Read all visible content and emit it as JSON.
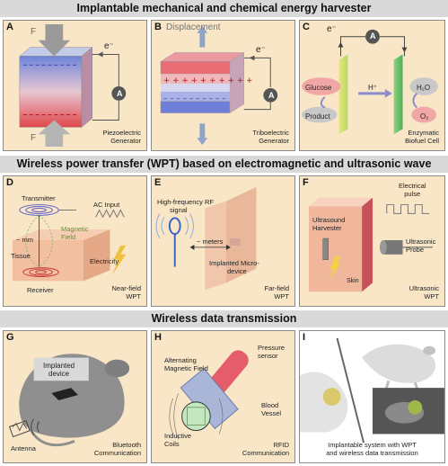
{
  "sections": [
    {
      "title": "Implantable mechanical and chemical energy harvester"
    },
    {
      "title": "Wireless power transfer (WPT) based on electromagnetic and ultrasonic wave"
    },
    {
      "title": "Wireless data transmission"
    }
  ],
  "panels": {
    "A": {
      "letter": "A",
      "caption": [
        "Piezoelectric",
        "Generator"
      ],
      "force_top": "F",
      "force_bottom": "F",
      "electron": "e⁻",
      "meter": "A"
    },
    "B": {
      "letter": "B",
      "caption": [
        "Triboelectric",
        "Generator"
      ],
      "displacement": "Displacement",
      "electron": "e⁻",
      "meter": "A"
    },
    "C": {
      "letter": "C",
      "caption": [
        "Enzymatic",
        "Biofuel Cell"
      ],
      "electron": "e⁻",
      "meter": "A",
      "glucose": "Glucose",
      "product": "Product",
      "proton": "H⁺",
      "water": "H₂O",
      "oxygen": "O₂"
    },
    "D": {
      "letter": "D",
      "caption": [
        "Near-field",
        "WPT"
      ],
      "transmitter": "Transmitter",
      "ac_input": "AC Input",
      "distance": "~ mm",
      "magnetic": [
        "Magnetic",
        "Field"
      ],
      "tissue": "Tissue",
      "electricity": "Electricity",
      "receiver": "Receiver"
    },
    "E": {
      "letter": "E",
      "caption": [
        "Far-field",
        "WPT"
      ],
      "signal": [
        "High-frequency RF",
        "signal"
      ],
      "distance": "~ meters",
      "implant": [
        "Implanted Micro-",
        "device"
      ]
    },
    "F": {
      "letter": "F",
      "caption": [
        "Ultrasonic",
        "WPT"
      ],
      "pulse": [
        "Electrical",
        "pulse"
      ],
      "harvester": [
        "Ultrasound",
        "Harvester"
      ],
      "probe": [
        "Ultrasonic",
        "Probe"
      ],
      "skin": "Skin"
    },
    "G": {
      "letter": "G",
      "caption": [
        "Bluetooth",
        "Communication"
      ],
      "implant": [
        "Implanted",
        "device"
      ],
      "antenna": "Antenna"
    },
    "H": {
      "letter": "H",
      "caption": [
        "RFID",
        "Communication"
      ],
      "field": [
        "Alternating",
        "Magnetic Field"
      ],
      "sensor": [
        "Pressure",
        "sensor"
      ],
      "vessel": [
        "Blood",
        "Vessel"
      ],
      "coils": [
        "Inductive",
        "Coils"
      ]
    },
    "I": {
      "letter": "I",
      "caption": [
        "Implantable system with WPT",
        "and wireless data transmission"
      ]
    }
  }
}
